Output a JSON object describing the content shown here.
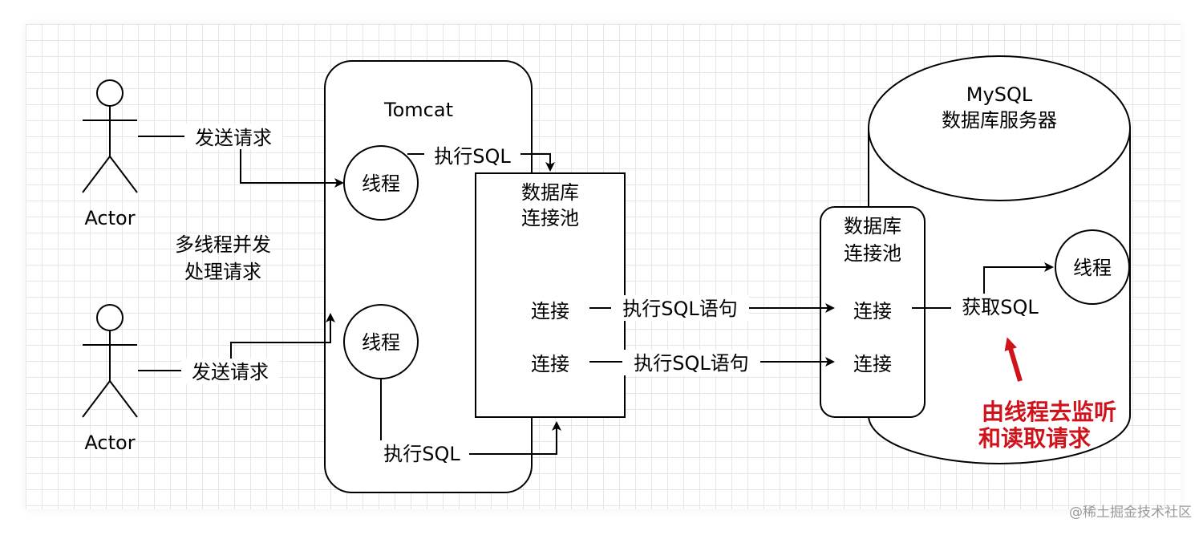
{
  "actors": [
    {
      "label": "Actor"
    },
    {
      "label": "Actor"
    }
  ],
  "requests": {
    "top": "发送请求",
    "bottom": "发送请求"
  },
  "concurrency_note": [
    "多线程并发",
    "处理请求"
  ],
  "tomcat": {
    "title": "Tomcat",
    "thread_top": "线程",
    "thread_bottom": "线程",
    "exec_sql_top": "执行SQL",
    "exec_sql_bottom": "执行SQL",
    "pool": {
      "title": [
        "数据库",
        "连接池"
      ],
      "conn_1": "连接",
      "conn_2": "连接"
    }
  },
  "links": {
    "stmt_1": "执行SQL语句",
    "stmt_2": "执行SQL语句"
  },
  "mysql": {
    "title": [
      "MySQL",
      "数据库服务器"
    ],
    "pool": {
      "title": [
        "数据库",
        "连接池"
      ],
      "conn_1": "连接",
      "conn_2": "连接"
    },
    "fetch_sql": "获取SQL",
    "thread": "线程",
    "note": [
      "由线程去监听",
      "和读取请求"
    ]
  },
  "colors": {
    "stroke": "#000000",
    "note": "#d0121b",
    "grid": "#e6e6e6"
  },
  "watermark": "@稀土掘金技术社区"
}
